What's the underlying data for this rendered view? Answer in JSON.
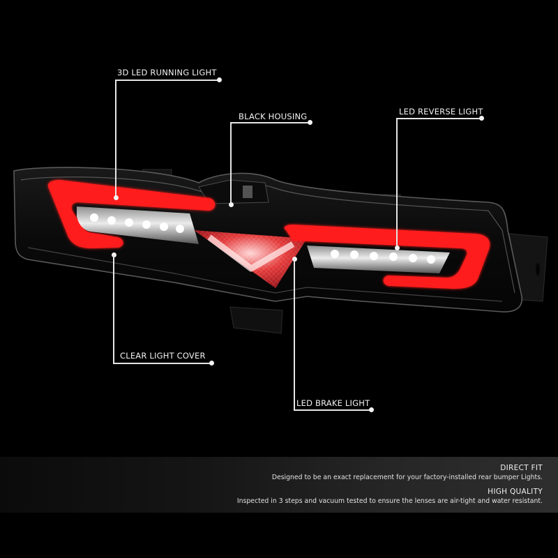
{
  "image": {
    "subject": "LED rear bumper light assembly (black housing, clear lens)",
    "background_color": "#000000",
    "accent_colors": {
      "running_light_red": "#ff1a1a",
      "brake_light_red": "#d0142a",
      "led_white": "#f5f5f5",
      "housing_black": "#0d0d0d",
      "info_band_dark": "#0b0b0b",
      "info_band_light": "#2e2e2e"
    }
  },
  "callouts": [
    {
      "id": "running-light",
      "label": "3D LED RUNNING LIGHT"
    },
    {
      "id": "black-housing",
      "label": "BLACK HOUSING"
    },
    {
      "id": "reverse-light",
      "label": "LED REVERSE LIGHT"
    },
    {
      "id": "clear-cover",
      "label": "CLEAR LIGHT COVER"
    },
    {
      "id": "brake-light",
      "label": "LED BRAKE LIGHT"
    }
  ],
  "features": [
    {
      "title": "DIRECT FIT",
      "description": "Designed to be an exact replacement for your factory-installed rear bumper Lights."
    },
    {
      "title": "HIGH QUALITY",
      "description": "Inspected in 3 steps and vacuum tested to ensure the lenses are air-tight and water resistant."
    }
  ]
}
